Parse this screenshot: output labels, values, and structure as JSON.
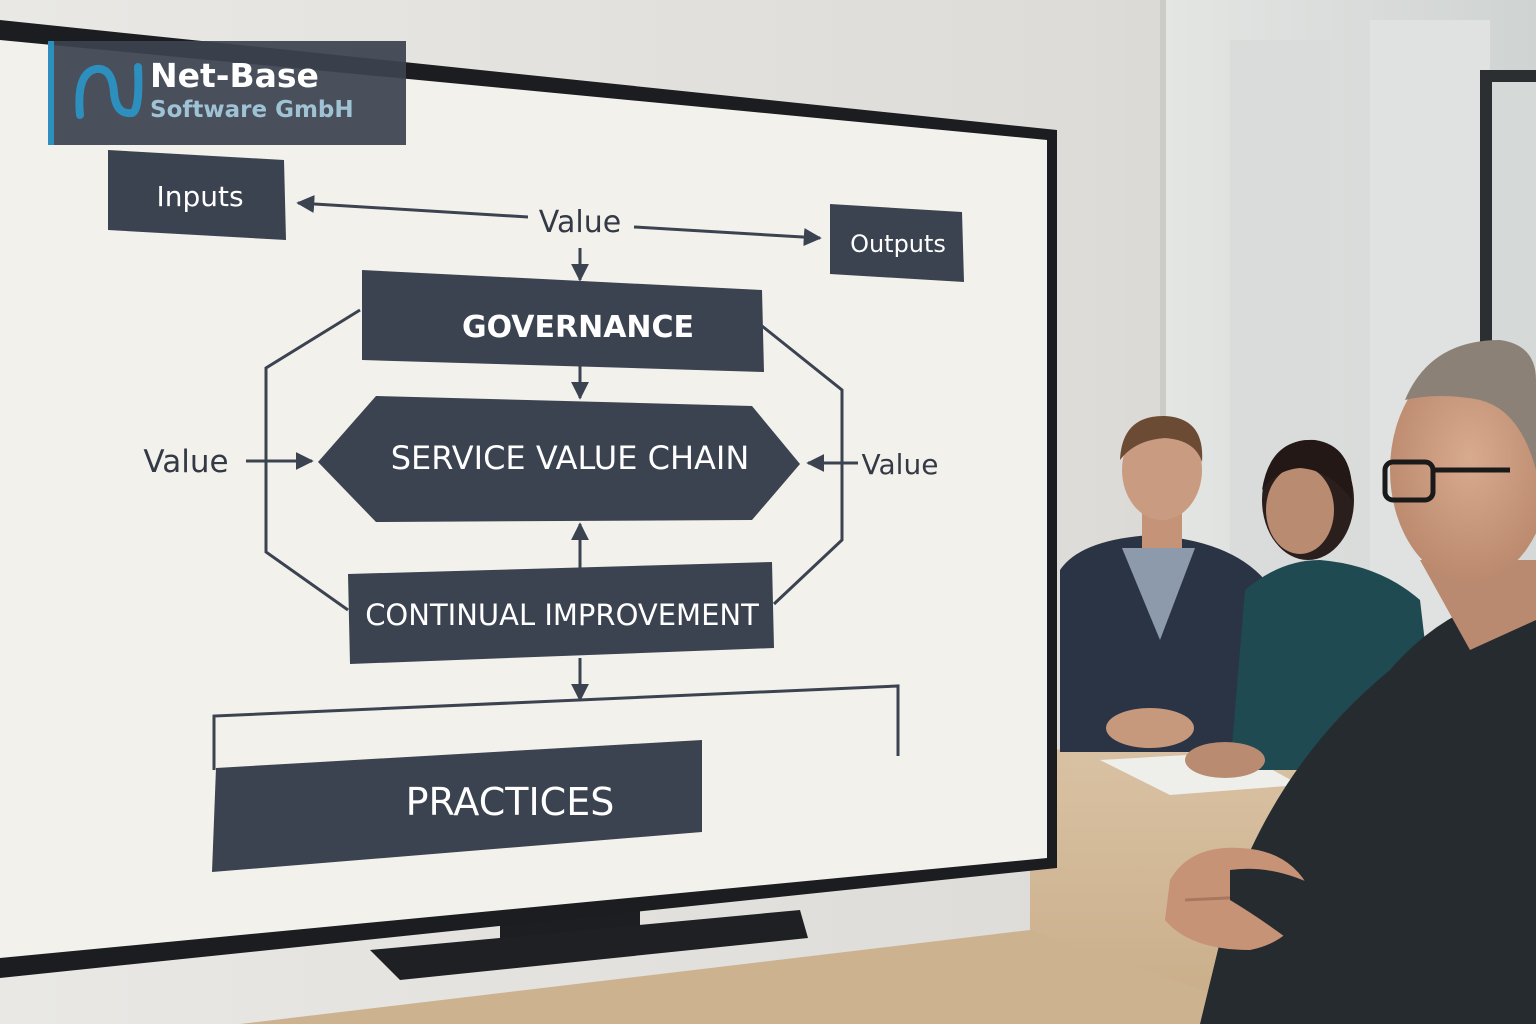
{
  "logo": {
    "name": "Net-Base",
    "subtitle": "Software GmbH"
  },
  "diagram": {
    "inputs": "Inputs",
    "outputs": "Outputs",
    "value_top": "Value",
    "value_left": "Value",
    "value_right": "Value",
    "governance": "GOVERNANCE",
    "service_value_chain": "SERVICE VALUE CHAIN",
    "continual_improvement": "CONTINUAL IMPROVEMENT",
    "practices": "PRACTICES"
  },
  "colors": {
    "box_fill": "#3b4350",
    "screen_bg": "#f3f1ec",
    "tv_bezel": "#1b1d20",
    "logo_accent": "#2d8fbd"
  }
}
